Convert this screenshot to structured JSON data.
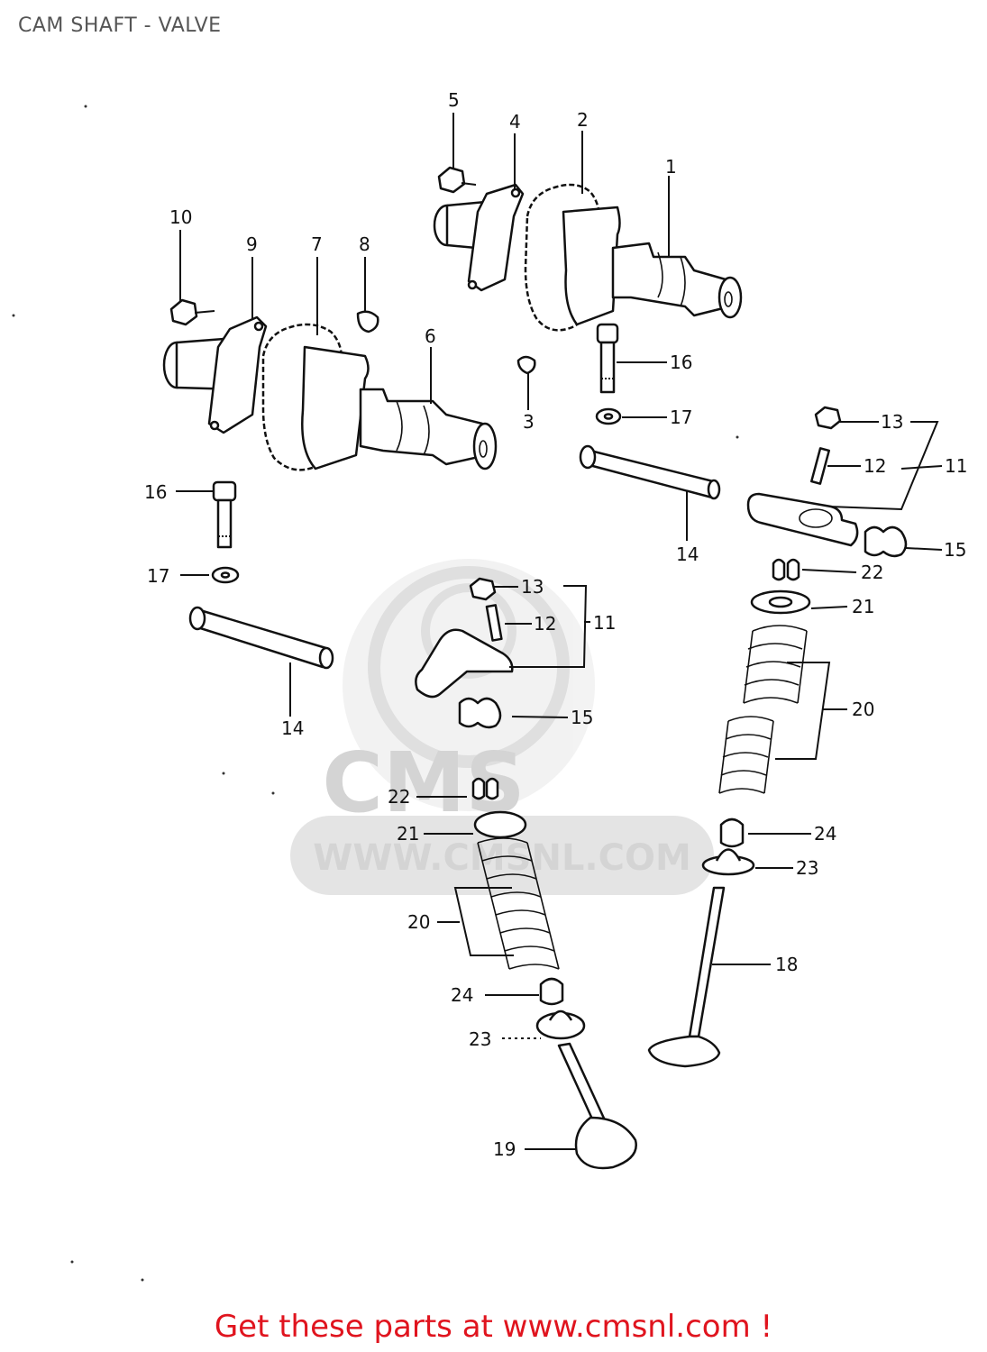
{
  "page": {
    "title": "CAM SHAFT - VALVE",
    "footer_link": "Get these parts at www.cmsnl.com !"
  },
  "watermark": {
    "logo_text": "CMS",
    "url_text": "WWW.CMSNL.COM"
  },
  "colors": {
    "footer": "#e0141e",
    "title": "#555555",
    "lines": "#111111",
    "watermark": "#d8d8d8"
  },
  "callouts": [
    {
      "id": "c5",
      "text": "5"
    },
    {
      "id": "c4",
      "text": "4"
    },
    {
      "id": "c2",
      "text": "2"
    },
    {
      "id": "c1",
      "text": "1"
    },
    {
      "id": "c10",
      "text": "10"
    },
    {
      "id": "c9",
      "text": "9"
    },
    {
      "id": "c7",
      "text": "7"
    },
    {
      "id": "c8",
      "text": "8"
    },
    {
      "id": "c6",
      "text": "6"
    },
    {
      "id": "c3",
      "text": "3"
    },
    {
      "id": "c16a",
      "text": "16"
    },
    {
      "id": "c17a",
      "text": "17"
    },
    {
      "id": "c13a",
      "text": "13"
    },
    {
      "id": "c12a",
      "text": "12"
    },
    {
      "id": "c11a",
      "text": "11"
    },
    {
      "id": "c14a",
      "text": "14"
    },
    {
      "id": "c15a",
      "text": "15"
    },
    {
      "id": "c22a",
      "text": "22"
    },
    {
      "id": "c21a",
      "text": "21"
    },
    {
      "id": "c20a",
      "text": "20"
    },
    {
      "id": "c24a",
      "text": "24"
    },
    {
      "id": "c23a",
      "text": "23"
    },
    {
      "id": "c18",
      "text": "18"
    },
    {
      "id": "c16b",
      "text": "16"
    },
    {
      "id": "c17b",
      "text": "17"
    },
    {
      "id": "c14b",
      "text": "14"
    },
    {
      "id": "c13b",
      "text": "13"
    },
    {
      "id": "c12b",
      "text": "12"
    },
    {
      "id": "c11b",
      "text": "11"
    },
    {
      "id": "c15b",
      "text": "15"
    },
    {
      "id": "c22b",
      "text": "22"
    },
    {
      "id": "c21b",
      "text": "21"
    },
    {
      "id": "c20b",
      "text": "20"
    },
    {
      "id": "c24b",
      "text": "24"
    },
    {
      "id": "c23b",
      "text": "23"
    },
    {
      "id": "c19",
      "text": "19"
    }
  ]
}
